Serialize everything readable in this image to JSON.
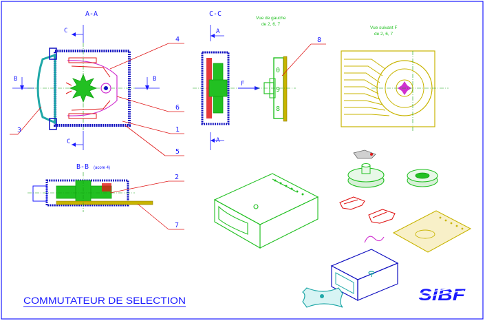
{
  "title": "COMMUTATEUR DE SELECTION",
  "logo_text": "SIBF",
  "colors": {
    "frame": "#1a1aff",
    "housing": "#1010c0",
    "green": "#22c022",
    "red": "#e01818",
    "magenta": "#d030d0",
    "yellow": "#c8b400",
    "cyan": "#20a8a8",
    "axis": "#10a010"
  },
  "views": {
    "section_aa": {
      "title": "A-A",
      "cut_b_left": "B",
      "cut_b_right": "B",
      "cut_c_top": "C",
      "cut_c_bottom": "C"
    },
    "section_cc": {
      "title": "C-C",
      "cut_a_top": "A",
      "cut_a_bottom": "A",
      "arrow_f": "F"
    },
    "section_bb": {
      "title": "B-B",
      "subtitle": "(acore 4)"
    },
    "view_left": {
      "title_line1": "Vue de gauche",
      "title_line2": "de 2, 6, 7"
    },
    "view_f": {
      "title_line1": "Vue suivant F",
      "title_line2": "de 2, 6, 7"
    }
  },
  "callouts": {
    "c1": "1",
    "c2": "2",
    "c3": "3",
    "c4": "4",
    "c5": "5",
    "c6": "6",
    "c7": "7",
    "c8": "8"
  },
  "icons": {
    "assembly_iso": "housing-assembly-icon",
    "drawer_iso": "drawer-housing-icon",
    "knob_iso": "knob-icon",
    "pcb_iso": "circuit-board-icon",
    "rotor_iso": "rotor-disc-icon",
    "gear_iso": "gear-wheel-icon"
  }
}
